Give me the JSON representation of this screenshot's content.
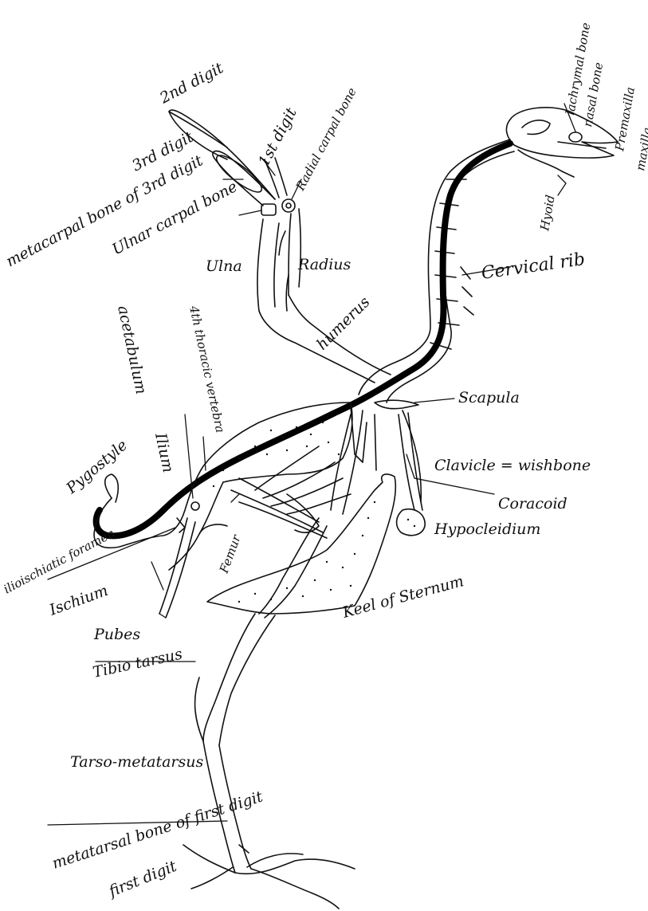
{
  "labels": {
    "second_digit": "2nd digit",
    "third_digit": "3rd digit",
    "first_digit": "1st digit",
    "radial_carpal": "Radial carpal bone",
    "metacarpal_third": "metacarpal bone of 3rd digit",
    "ulnar_carpal": "Ulnar carpal bone",
    "ulna": "Ulna",
    "radius": "Radius",
    "humerus": "humerus",
    "acetabulum": "acetabulum",
    "fourth_thoracic": "4th thoracic vertebra",
    "ilium": "Ilium",
    "pygostyle": "Pygostyle",
    "ilioischiatic": "ilioischiatic foramen",
    "ischium": "Ischium",
    "pubes": "Pubes",
    "femur": "Femur",
    "tibiotarsus": "Tibio tarsus",
    "keel": "Keel of Sternum",
    "tarsometatarsus": "Tarso-metatarsus",
    "metatarsal_first": "metatarsal bone of first digit",
    "first_digit_foot": "first digit",
    "lachrymal": "lachrymal bone",
    "nasal": "nasal bone",
    "premaxilla": "Premaxilla",
    "maxilla": "maxilla",
    "hyoid": "Hyoid",
    "cervical_rib": "Cervical rib",
    "scapula": "Scapula",
    "clavicle": "Clavicle = wishbone",
    "coracoid": "Coracoid",
    "hypocleidium": "Hypocleidium"
  }
}
